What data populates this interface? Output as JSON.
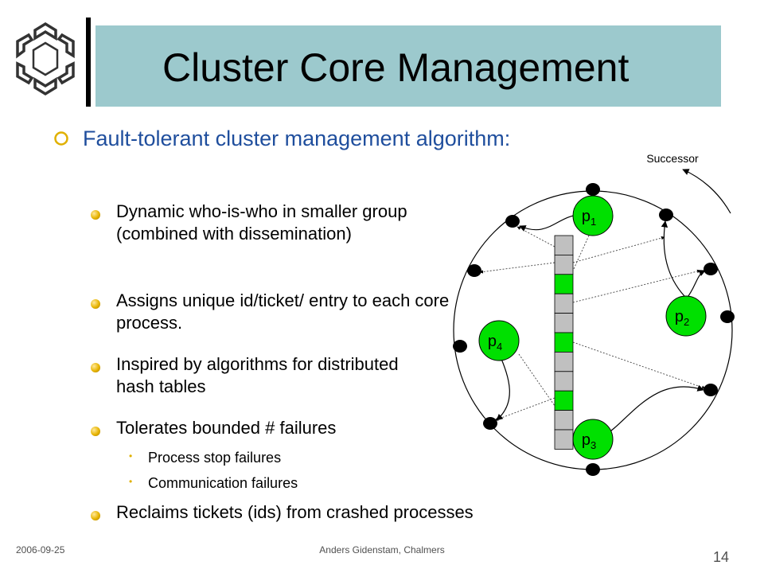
{
  "slide": {
    "title": "Cluster Core  Management",
    "main_bullet": "Fault-tolerant cluster management algorithm:",
    "sub_bullets": [
      "Dynamic who-is-who in smaller group (combined with dissemination)",
      "Assigns unique id/ticket/ entry to each core process.",
      "Inspired by algorithms for distributed hash tables",
      "Tolerates bounded # failures"
    ],
    "failure_types": [
      "Process stop failures",
      "Communication failures"
    ],
    "last_bullet": "Reclaims tickets (ids) from crashed processes"
  },
  "diagram": {
    "successor_label": "Successor",
    "processes": [
      {
        "base": "p",
        "sub": "1"
      },
      {
        "base": "p",
        "sub": "2"
      },
      {
        "base": "p",
        "sub": "3"
      },
      {
        "base": "p",
        "sub": "4"
      }
    ],
    "colors": {
      "process_fill": "#00e000",
      "cell_occupied": "#00e000",
      "cell_empty": "#c0c0c0",
      "node_fill": "#000000"
    },
    "ticket_cells": [
      "empty",
      "empty",
      "occupied",
      "empty",
      "empty",
      "occupied",
      "empty",
      "empty",
      "occupied",
      "empty",
      "empty"
    ]
  },
  "footer": {
    "date": "2006-09-25",
    "author": "Anders Gidenstam, Chalmers",
    "page_number": "14"
  },
  "theme": {
    "title_band": "#9cc9cd",
    "main_bullet_text": "#1f4e9d",
    "bullet_gold": "#e7b400"
  }
}
